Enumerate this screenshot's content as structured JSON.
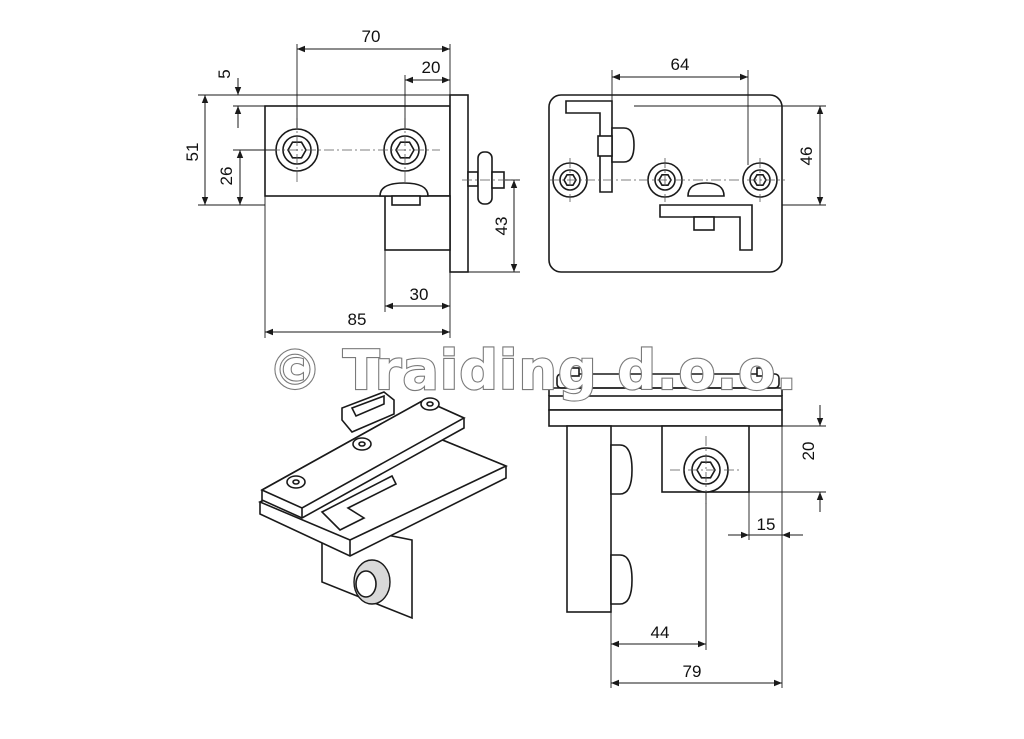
{
  "dimensions": {
    "top_left": {
      "width_70": "70",
      "offset_20": "20",
      "offset_5": "5",
      "height_51": "51",
      "height_26": "26",
      "height_43": "43",
      "width_30": "30",
      "width_85": "85"
    },
    "top_right": {
      "width_64": "64",
      "height_46": "46"
    },
    "bottom_right": {
      "height_20": "20",
      "offset_15": "15",
      "width_44": "44",
      "width_79": "79"
    }
  },
  "watermark": "© Traiding d.o.o.",
  "colors": {
    "line": "#1a1a1a",
    "fill": "#ffffff",
    "shade": "#d9d9d9",
    "watermark_outline": "#7a7a7a"
  }
}
